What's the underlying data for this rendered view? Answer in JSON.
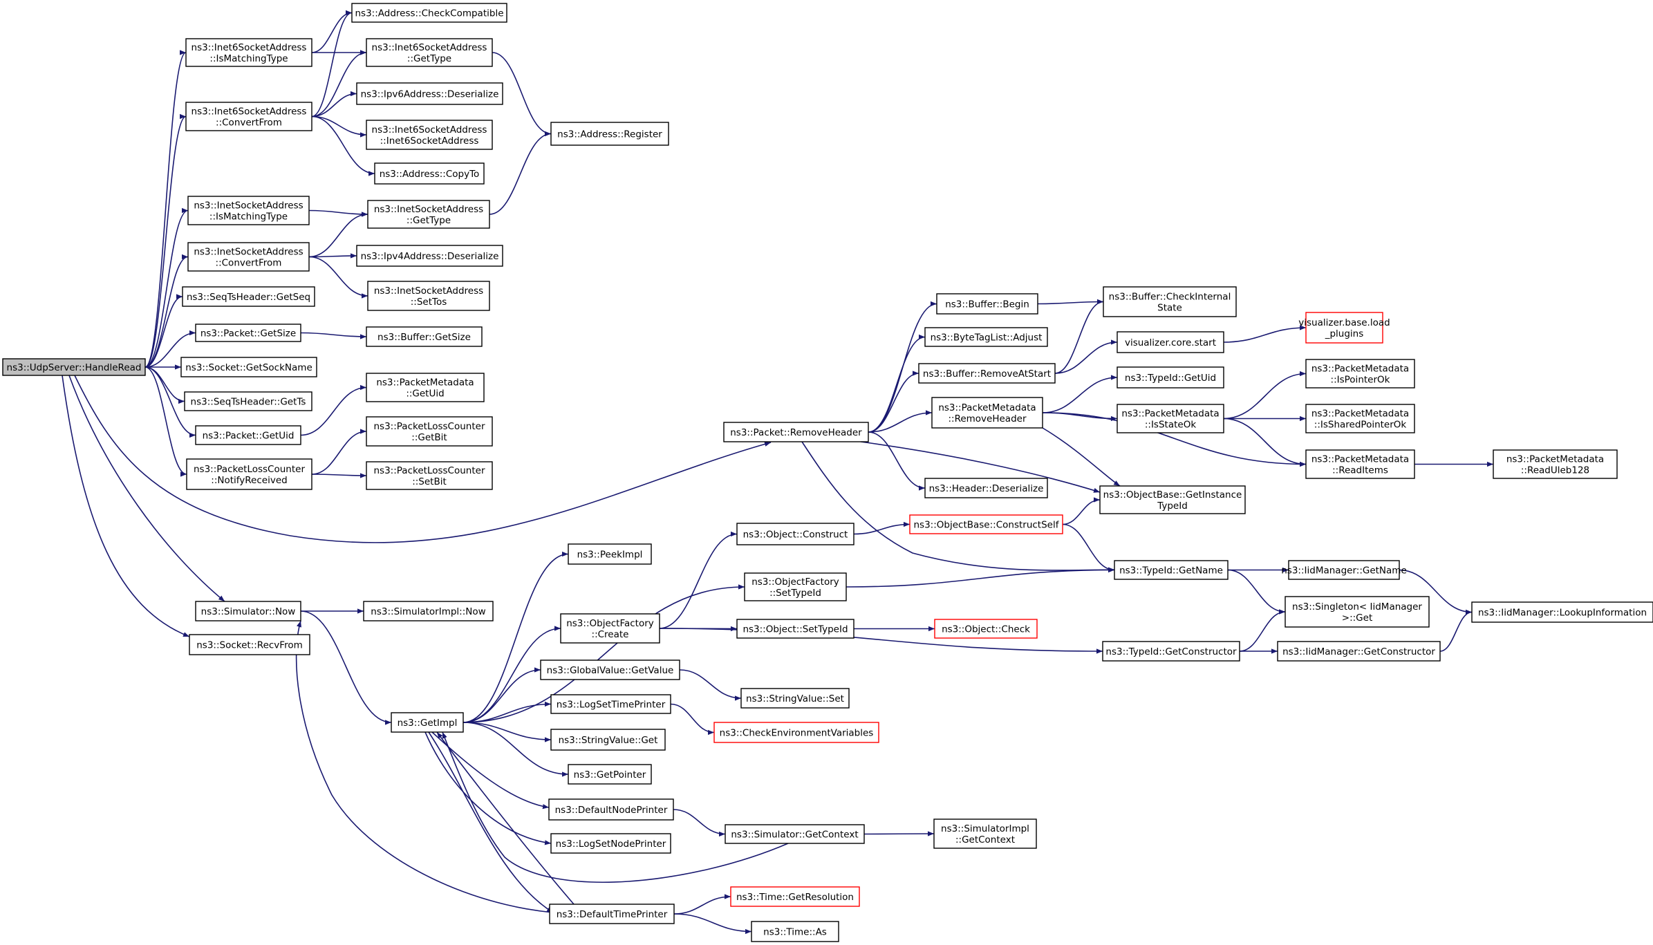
{
  "graph": {
    "nodes": [
      {
        "id": "udp_handleread",
        "lines": [
          "ns3::UdpServer::HandleRead"
        ],
        "root": true
      },
      {
        "id": "addr_checkcompat",
        "lines": [
          "ns3::Address::CheckCompatible"
        ]
      },
      {
        "id": "i6_ismatch",
        "lines": [
          "ns3::Inet6SocketAddress",
          "::IsMatchingType"
        ]
      },
      {
        "id": "i6_gettype",
        "lines": [
          "ns3::Inet6SocketAddress",
          "::GetType"
        ]
      },
      {
        "id": "i6_convert",
        "lines": [
          "ns3::Inet6SocketAddress",
          "::ConvertFrom"
        ]
      },
      {
        "id": "ipv6_deser",
        "lines": [
          "ns3::Ipv6Address::Deserialize"
        ]
      },
      {
        "id": "i6_ctor",
        "lines": [
          "ns3::Inet6SocketAddress",
          "::Inet6SocketAddress"
        ]
      },
      {
        "id": "addr_register",
        "lines": [
          "ns3::Address::Register"
        ]
      },
      {
        "id": "addr_copyto",
        "lines": [
          "ns3::Address::CopyTo"
        ]
      },
      {
        "id": "i4_ismatch",
        "lines": [
          "ns3::InetSocketAddress",
          "::IsMatchingType"
        ]
      },
      {
        "id": "i4_gettype",
        "lines": [
          "ns3::InetSocketAddress",
          "::GetType"
        ]
      },
      {
        "id": "i4_convert",
        "lines": [
          "ns3::InetSocketAddress",
          "::ConvertFrom"
        ]
      },
      {
        "id": "ipv4_deser",
        "lines": [
          "ns3::Ipv4Address::Deserialize"
        ]
      },
      {
        "id": "i4_settos",
        "lines": [
          "ns3::InetSocketAddress",
          "::SetTos"
        ]
      },
      {
        "id": "seqts_getseq",
        "lines": [
          "ns3::SeqTsHeader::GetSeq"
        ]
      },
      {
        "id": "pkt_getsize",
        "lines": [
          "ns3::Packet::GetSize"
        ]
      },
      {
        "id": "buf_getsize",
        "lines": [
          "ns3::Buffer::GetSize"
        ]
      },
      {
        "id": "sock_getsockname",
        "lines": [
          "ns3::Socket::GetSockName"
        ]
      },
      {
        "id": "seqts_getts",
        "lines": [
          "ns3::SeqTsHeader::GetTs"
        ]
      },
      {
        "id": "pm_getuid",
        "lines": [
          "ns3::PacketMetadata",
          "::GetUid"
        ]
      },
      {
        "id": "pkt_getuid",
        "lines": [
          "ns3::Packet::GetUid"
        ]
      },
      {
        "id": "plc_getbit",
        "lines": [
          "ns3::PacketLossCounter",
          "::GetBit"
        ]
      },
      {
        "id": "plc_notify",
        "lines": [
          "ns3::PacketLossCounter",
          "::NotifyReceived"
        ]
      },
      {
        "id": "plc_setbit",
        "lines": [
          "ns3::PacketLossCounter",
          "::SetBit"
        ]
      },
      {
        "id": "buf_begin",
        "lines": [
          "ns3::Buffer::Begin"
        ]
      },
      {
        "id": "buf_checkinternal",
        "lines": [
          "ns3::Buffer::CheckInternal",
          "State"
        ]
      },
      {
        "id": "btl_adjust",
        "lines": [
          "ns3::ByteTagList::Adjust"
        ]
      },
      {
        "id": "vis_start",
        "lines": [
          "visualizer.core.start"
        ]
      },
      {
        "id": "vis_load",
        "lines": [
          "visualizer.base.load",
          "_plugins"
        ],
        "truncated": true
      },
      {
        "id": "buf_removeatstart",
        "lines": [
          "ns3::Buffer::RemoveAtStart"
        ]
      },
      {
        "id": "typeid_getuid",
        "lines": [
          "ns3::TypeId::GetUid"
        ]
      },
      {
        "id": "pm_removeheader",
        "lines": [
          "ns3::PacketMetadata",
          "::RemoveHeader"
        ]
      },
      {
        "id": "pm_isstateok",
        "lines": [
          "ns3::PacketMetadata",
          "::IsStateOk"
        ]
      },
      {
        "id": "pm_ispointerok",
        "lines": [
          "ns3::PacketMetadata",
          "::IsPointerOk"
        ]
      },
      {
        "id": "pm_issharedok",
        "lines": [
          "ns3::PacketMetadata",
          "::IsSharedPointerOk"
        ]
      },
      {
        "id": "pkt_removeheader",
        "lines": [
          "ns3::Packet::RemoveHeader"
        ]
      },
      {
        "id": "pm_readitems",
        "lines": [
          "ns3::PacketMetadata",
          "::ReadItems"
        ]
      },
      {
        "id": "pm_readuleb",
        "lines": [
          "ns3::PacketMetadata",
          "::ReadUleb128"
        ]
      },
      {
        "id": "hdr_deser",
        "lines": [
          "ns3::Header::Deserialize"
        ]
      },
      {
        "id": "ob_getinstance",
        "lines": [
          "ns3::ObjectBase::GetInstance",
          "TypeId"
        ]
      },
      {
        "id": "peekimpl",
        "lines": [
          "ns3::PeekImpl"
        ]
      },
      {
        "id": "obj_construct",
        "lines": [
          "ns3::Object::Construct"
        ]
      },
      {
        "id": "ob_constructself",
        "lines": [
          "ns3::ObjectBase::ConstructSelf"
        ],
        "truncated": true
      },
      {
        "id": "of_settypeid",
        "lines": [
          "ns3::ObjectFactory",
          "::SetTypeId"
        ]
      },
      {
        "id": "typeid_getname",
        "lines": [
          "ns3::TypeId::GetName"
        ]
      },
      {
        "id": "iid_getname",
        "lines": [
          "ns3::IidManager::GetName"
        ]
      },
      {
        "id": "sim_now",
        "lines": [
          "ns3::Simulator::Now"
        ]
      },
      {
        "id": "simimpl_now",
        "lines": [
          "ns3::SimulatorImpl::Now"
        ]
      },
      {
        "id": "singleton_get",
        "lines": [
          "ns3::Singleton< IidManager",
          ">::Get"
        ]
      },
      {
        "id": "iid_lookup",
        "lines": [
          "ns3::IidManager::LookupInformation"
        ]
      },
      {
        "id": "of_create",
        "lines": [
          "ns3::ObjectFactory",
          "::Create"
        ]
      },
      {
        "id": "obj_settypeid",
        "lines": [
          "ns3::Object::SetTypeId"
        ]
      },
      {
        "id": "obj_check",
        "lines": [
          "ns3::Object::Check"
        ],
        "truncated": true
      },
      {
        "id": "sock_recvfrom",
        "lines": [
          "ns3::Socket::RecvFrom"
        ]
      },
      {
        "id": "typeid_getctor",
        "lines": [
          "ns3::TypeId::GetConstructor"
        ]
      },
      {
        "id": "iid_getctor",
        "lines": [
          "ns3::IidManager::GetConstructor"
        ]
      },
      {
        "id": "gv_getvalue",
        "lines": [
          "ns3::GlobalValue::GetValue"
        ]
      },
      {
        "id": "sv_set",
        "lines": [
          "ns3::StringValue::Set"
        ]
      },
      {
        "id": "getimpl",
        "lines": [
          "ns3::GetImpl"
        ]
      },
      {
        "id": "logsettime",
        "lines": [
          "ns3::LogSetTimePrinter"
        ]
      },
      {
        "id": "checkenv",
        "lines": [
          "ns3::CheckEnvironmentVariables"
        ],
        "truncated": true
      },
      {
        "id": "sv_get",
        "lines": [
          "ns3::StringValue::Get"
        ]
      },
      {
        "id": "getpointer",
        "lines": [
          "ns3::GetPointer"
        ]
      },
      {
        "id": "defnodeprinter",
        "lines": [
          "ns3::DefaultNodePrinter"
        ]
      },
      {
        "id": "sim_getcontext",
        "lines": [
          "ns3::Simulator::GetContext"
        ]
      },
      {
        "id": "simimpl_getcontext",
        "lines": [
          "ns3::SimulatorImpl",
          "::GetContext"
        ]
      },
      {
        "id": "logsetnode",
        "lines": [
          "ns3::LogSetNodePrinter"
        ]
      },
      {
        "id": "time_getres",
        "lines": [
          "ns3::Time::GetResolution"
        ],
        "truncated": true
      },
      {
        "id": "deftimeprinter",
        "lines": [
          "ns3::DefaultTimePrinter"
        ]
      },
      {
        "id": "time_as",
        "lines": [
          "ns3::Time::As"
        ]
      }
    ],
    "edges": [
      [
        "udp_handleread",
        "i6_ismatch"
      ],
      [
        "udp_handleread",
        "i6_convert"
      ],
      [
        "udp_handleread",
        "i4_ismatch"
      ],
      [
        "udp_handleread",
        "i4_convert"
      ],
      [
        "udp_handleread",
        "seqts_getseq"
      ],
      [
        "udp_handleread",
        "pkt_getsize"
      ],
      [
        "udp_handleread",
        "sock_getsockname"
      ],
      [
        "udp_handleread",
        "seqts_getts"
      ],
      [
        "udp_handleread",
        "pkt_getuid"
      ],
      [
        "udp_handleread",
        "plc_notify"
      ],
      [
        "udp_handleread",
        "pkt_removeheader"
      ],
      [
        "udp_handleread",
        "sim_now"
      ],
      [
        "udp_handleread",
        "sock_recvfrom"
      ],
      [
        "i6_ismatch",
        "addr_checkcompat"
      ],
      [
        "i6_ismatch",
        "i6_gettype"
      ],
      [
        "i6_convert",
        "addr_checkcompat"
      ],
      [
        "i6_convert",
        "i6_gettype"
      ],
      [
        "i6_convert",
        "ipv6_deser"
      ],
      [
        "i6_convert",
        "i6_ctor"
      ],
      [
        "i6_convert",
        "addr_copyto"
      ],
      [
        "i6_gettype",
        "addr_register"
      ],
      [
        "i4_gettype",
        "addr_register"
      ],
      [
        "i4_ismatch",
        "i4_gettype"
      ],
      [
        "i4_convert",
        "i4_gettype"
      ],
      [
        "i4_convert",
        "ipv4_deser"
      ],
      [
        "i4_convert",
        "i4_settos"
      ],
      [
        "pkt_getsize",
        "buf_getsize"
      ],
      [
        "pkt_getuid",
        "pm_getuid"
      ],
      [
        "plc_notify",
        "plc_getbit"
      ],
      [
        "plc_notify",
        "plc_setbit"
      ],
      [
        "pkt_removeheader",
        "buf_begin"
      ],
      [
        "pkt_removeheader",
        "btl_adjust"
      ],
      [
        "pkt_removeheader",
        "buf_removeatstart"
      ],
      [
        "pkt_removeheader",
        "pm_removeheader"
      ],
      [
        "pkt_removeheader",
        "hdr_deser"
      ],
      [
        "pkt_removeheader",
        "ob_getinstance"
      ],
      [
        "pkt_removeheader",
        "typeid_getname"
      ],
      [
        "buf_begin",
        "buf_checkinternal"
      ],
      [
        "buf_removeatstart",
        "buf_checkinternal"
      ],
      [
        "buf_removeatstart",
        "vis_start"
      ],
      [
        "vis_start",
        "vis_load"
      ],
      [
        "pm_removeheader",
        "typeid_getuid"
      ],
      [
        "pm_removeheader",
        "pm_isstateok"
      ],
      [
        "pm_removeheader",
        "pm_readitems"
      ],
      [
        "pm_removeheader",
        "ob_getinstance"
      ],
      [
        "pm_isstateok",
        "pm_ispointerok"
      ],
      [
        "pm_isstateok",
        "pm_issharedok"
      ],
      [
        "pm_isstateok",
        "pm_readitems"
      ],
      [
        "pm_readitems",
        "pm_readuleb"
      ],
      [
        "obj_construct",
        "ob_constructself"
      ],
      [
        "ob_constructself",
        "ob_getinstance"
      ],
      [
        "ob_constructself",
        "typeid_getname"
      ],
      [
        "of_settypeid",
        "typeid_getname"
      ],
      [
        "typeid_getname",
        "iid_getname"
      ],
      [
        "typeid_getname",
        "singleton_get"
      ],
      [
        "iid_getname",
        "iid_lookup"
      ],
      [
        "typeid_getctor",
        "singleton_get"
      ],
      [
        "typeid_getctor",
        "iid_getctor"
      ],
      [
        "iid_getctor",
        "iid_lookup"
      ],
      [
        "sim_now",
        "simimpl_now"
      ],
      [
        "sim_now",
        "getimpl"
      ],
      [
        "of_create",
        "obj_construct"
      ],
      [
        "of_create",
        "obj_settypeid"
      ],
      [
        "of_create",
        "typeid_getctor"
      ],
      [
        "obj_settypeid",
        "obj_check"
      ],
      [
        "getimpl",
        "peekimpl"
      ],
      [
        "getimpl",
        "of_settypeid"
      ],
      [
        "getimpl",
        "of_create"
      ],
      [
        "getimpl",
        "gv_getvalue"
      ],
      [
        "getimpl",
        "logsettime"
      ],
      [
        "getimpl",
        "sv_get"
      ],
      [
        "getimpl",
        "getpointer"
      ],
      [
        "getimpl",
        "defnodeprinter"
      ],
      [
        "getimpl",
        "logsetnode"
      ],
      [
        "getimpl",
        "deftimeprinter"
      ],
      [
        "gv_getvalue",
        "sv_set"
      ],
      [
        "logsettime",
        "checkenv"
      ],
      [
        "defnodeprinter",
        "sim_getcontext"
      ],
      [
        "sim_getcontext",
        "simimpl_getcontext"
      ],
      [
        "sim_getcontext",
        "getimpl"
      ],
      [
        "deftimeprinter",
        "getimpl"
      ],
      [
        "deftimeprinter",
        "sim_now"
      ],
      [
        "deftimeprinter",
        "time_getres"
      ],
      [
        "deftimeprinter",
        "time_as"
      ]
    ]
  }
}
